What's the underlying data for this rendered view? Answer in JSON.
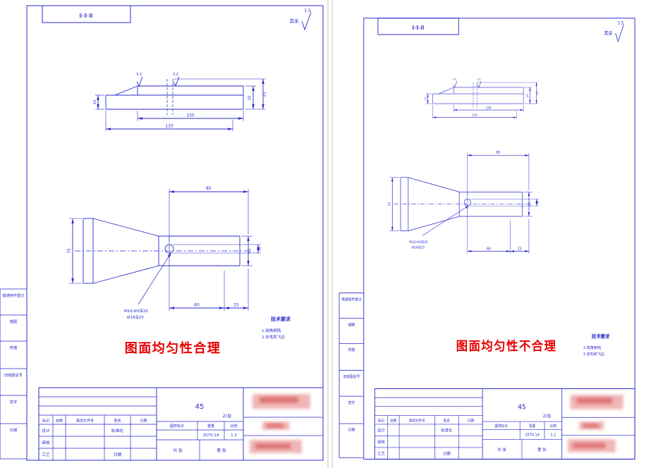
{
  "palette": {
    "line": "#2929cc",
    "red": "#e60000",
    "paper": "#ffffff",
    "divider": "#c4c4c4",
    "stamp_light": "#f0b6b6",
    "stamp_dark": "#e07777"
  },
  "shared": {
    "drawing_number": "Ⅱ-Ⅱ-Ⅲ",
    "roughness_top": "1.5",
    "roughness_rest_label": "其余",
    "upper_view": {
      "roughness1": "3.2",
      "roughness2": "3.2",
      "dim_width": "150",
      "dim_overall": "110",
      "dim_left": "10",
      "dim_right_inner": "20",
      "dim_right_outer": "25"
    },
    "lower_view": {
      "dim_top": "85",
      "dim_left": "75",
      "dim_right_inner": "40",
      "dim_right_outer": "16",
      "dim_bottom_left": "60",
      "dim_bottom_right": "25",
      "leader_line1": "M16-6H深20",
      "leader_line2": "Ø14深25"
    },
    "tech_req": {
      "title": "技术要求",
      "line1": "1.锐角倒钝",
      "line2": "2.去毛刺飞边"
    },
    "side_labels": [
      "借通用件登记",
      "描图",
      "校描",
      "旧底图总号",
      "签字",
      "日期"
    ],
    "title_block": {
      "material": "45",
      "qty_per_unit": "2/台",
      "rev_headers": [
        "标记",
        "处数",
        "更改文件号",
        "签名",
        "日期"
      ],
      "design": "设计",
      "standardization": "标准化",
      "review": "审核",
      "process": "工艺",
      "date": "日期",
      "mark_header": "图样标记",
      "weight_header": "重量",
      "scale_header": "比例",
      "weight_value": "2070.14",
      "scale_value": "1.2",
      "sheet_total": "共 张",
      "sheet_index": "第 张"
    }
  },
  "sheets": [
    {
      "caption": "图面均匀性合理"
    },
    {
      "caption": "图面均匀性不合理"
    }
  ]
}
